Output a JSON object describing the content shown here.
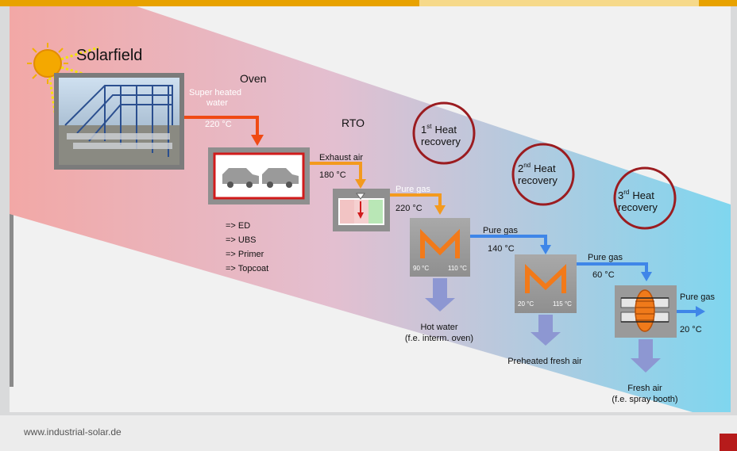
{
  "diagram": {
    "solarfield": "Solarfield",
    "oven": "Oven",
    "rto": "RTO",
    "super_heated_line1": "Super heated",
    "super_heated_line2": "water",
    "temp_220": "220 °C",
    "exhaust_air": "Exhaust air",
    "temp_180": "180 °C",
    "oven_processes": [
      "=> ED",
      "=> UBS",
      "=> Primer",
      "=> Topcoat"
    ],
    "pure_gas": "Pure gas",
    "gas_220": "220 °C",
    "gas_140": "140 °C",
    "gas_60": "60 °C",
    "gas_20": "20 °C",
    "hx1_in": "90 °C",
    "hx1_out": "110 °C",
    "hx2_in": "20 °C",
    "hx2_out": "115 °C",
    "hr1_ord": "1",
    "hr1_sup": "st",
    "hr2_ord": "2",
    "hr2_sup": "nd",
    "hr3_ord": "3",
    "hr3_sup": "rd",
    "heat": "Heat",
    "recovery": "recovery",
    "out1_line1": "Hot water",
    "out1_line2": "(f.e. interm. oven)",
    "out2": "Preheated fresh air",
    "out3_line1": "Fresh air",
    "out3_line2": "(f.e. spray booth)"
  },
  "footer": {
    "url": "www.industrial-solar.de"
  },
  "colors": {
    "red_arrow": "#f04a14",
    "orange_arrow": "#f39a1e",
    "blue_arrow": "#3f86e8",
    "circle": "#9b1c20",
    "output_arrow": "#8d97d2"
  }
}
